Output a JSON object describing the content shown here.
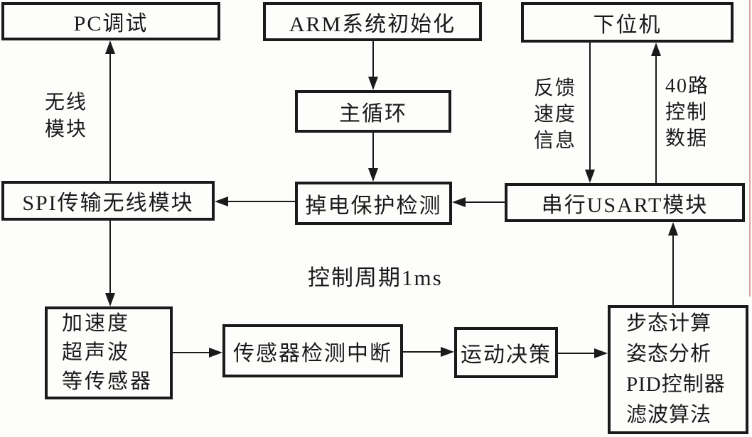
{
  "diagram": {
    "nodes": {
      "pc_debug": {
        "label": "PC调试"
      },
      "arm_init": {
        "label": "ARM系统初始化"
      },
      "lower_machine": {
        "label": "下位机"
      },
      "main_loop": {
        "label": "主循环"
      },
      "power_protect": {
        "label": "掉电保护检测"
      },
      "spi_module": {
        "label": "SPI传输无线模块"
      },
      "usart_module": {
        "label": "串行USART模块"
      },
      "sensors": {
        "lines": [
          "加速度",
          "超声波",
          "等传感器"
        ]
      },
      "sensor_interrupt": {
        "label": "传感器检测中断"
      },
      "motion_decision": {
        "label": "运动决策"
      },
      "gait_computer": {
        "lines": [
          "步态计算",
          "姿态分析",
          "PID控制器",
          "滤波算法"
        ]
      }
    },
    "edge_labels": {
      "wireless": {
        "lines": [
          "无线",
          "模块"
        ]
      },
      "feedback": {
        "lines": [
          "反馈",
          "速度",
          "信息"
        ]
      },
      "control_40ch": {
        "lines": [
          "40路",
          "控制",
          "数据"
        ]
      },
      "control_cycle": {
        "text": "控制周期1ms"
      }
    },
    "colors": {
      "ink": "#1a1a1a",
      "background": "#fdfdfc",
      "scan_artifact": "#d09090"
    }
  }
}
